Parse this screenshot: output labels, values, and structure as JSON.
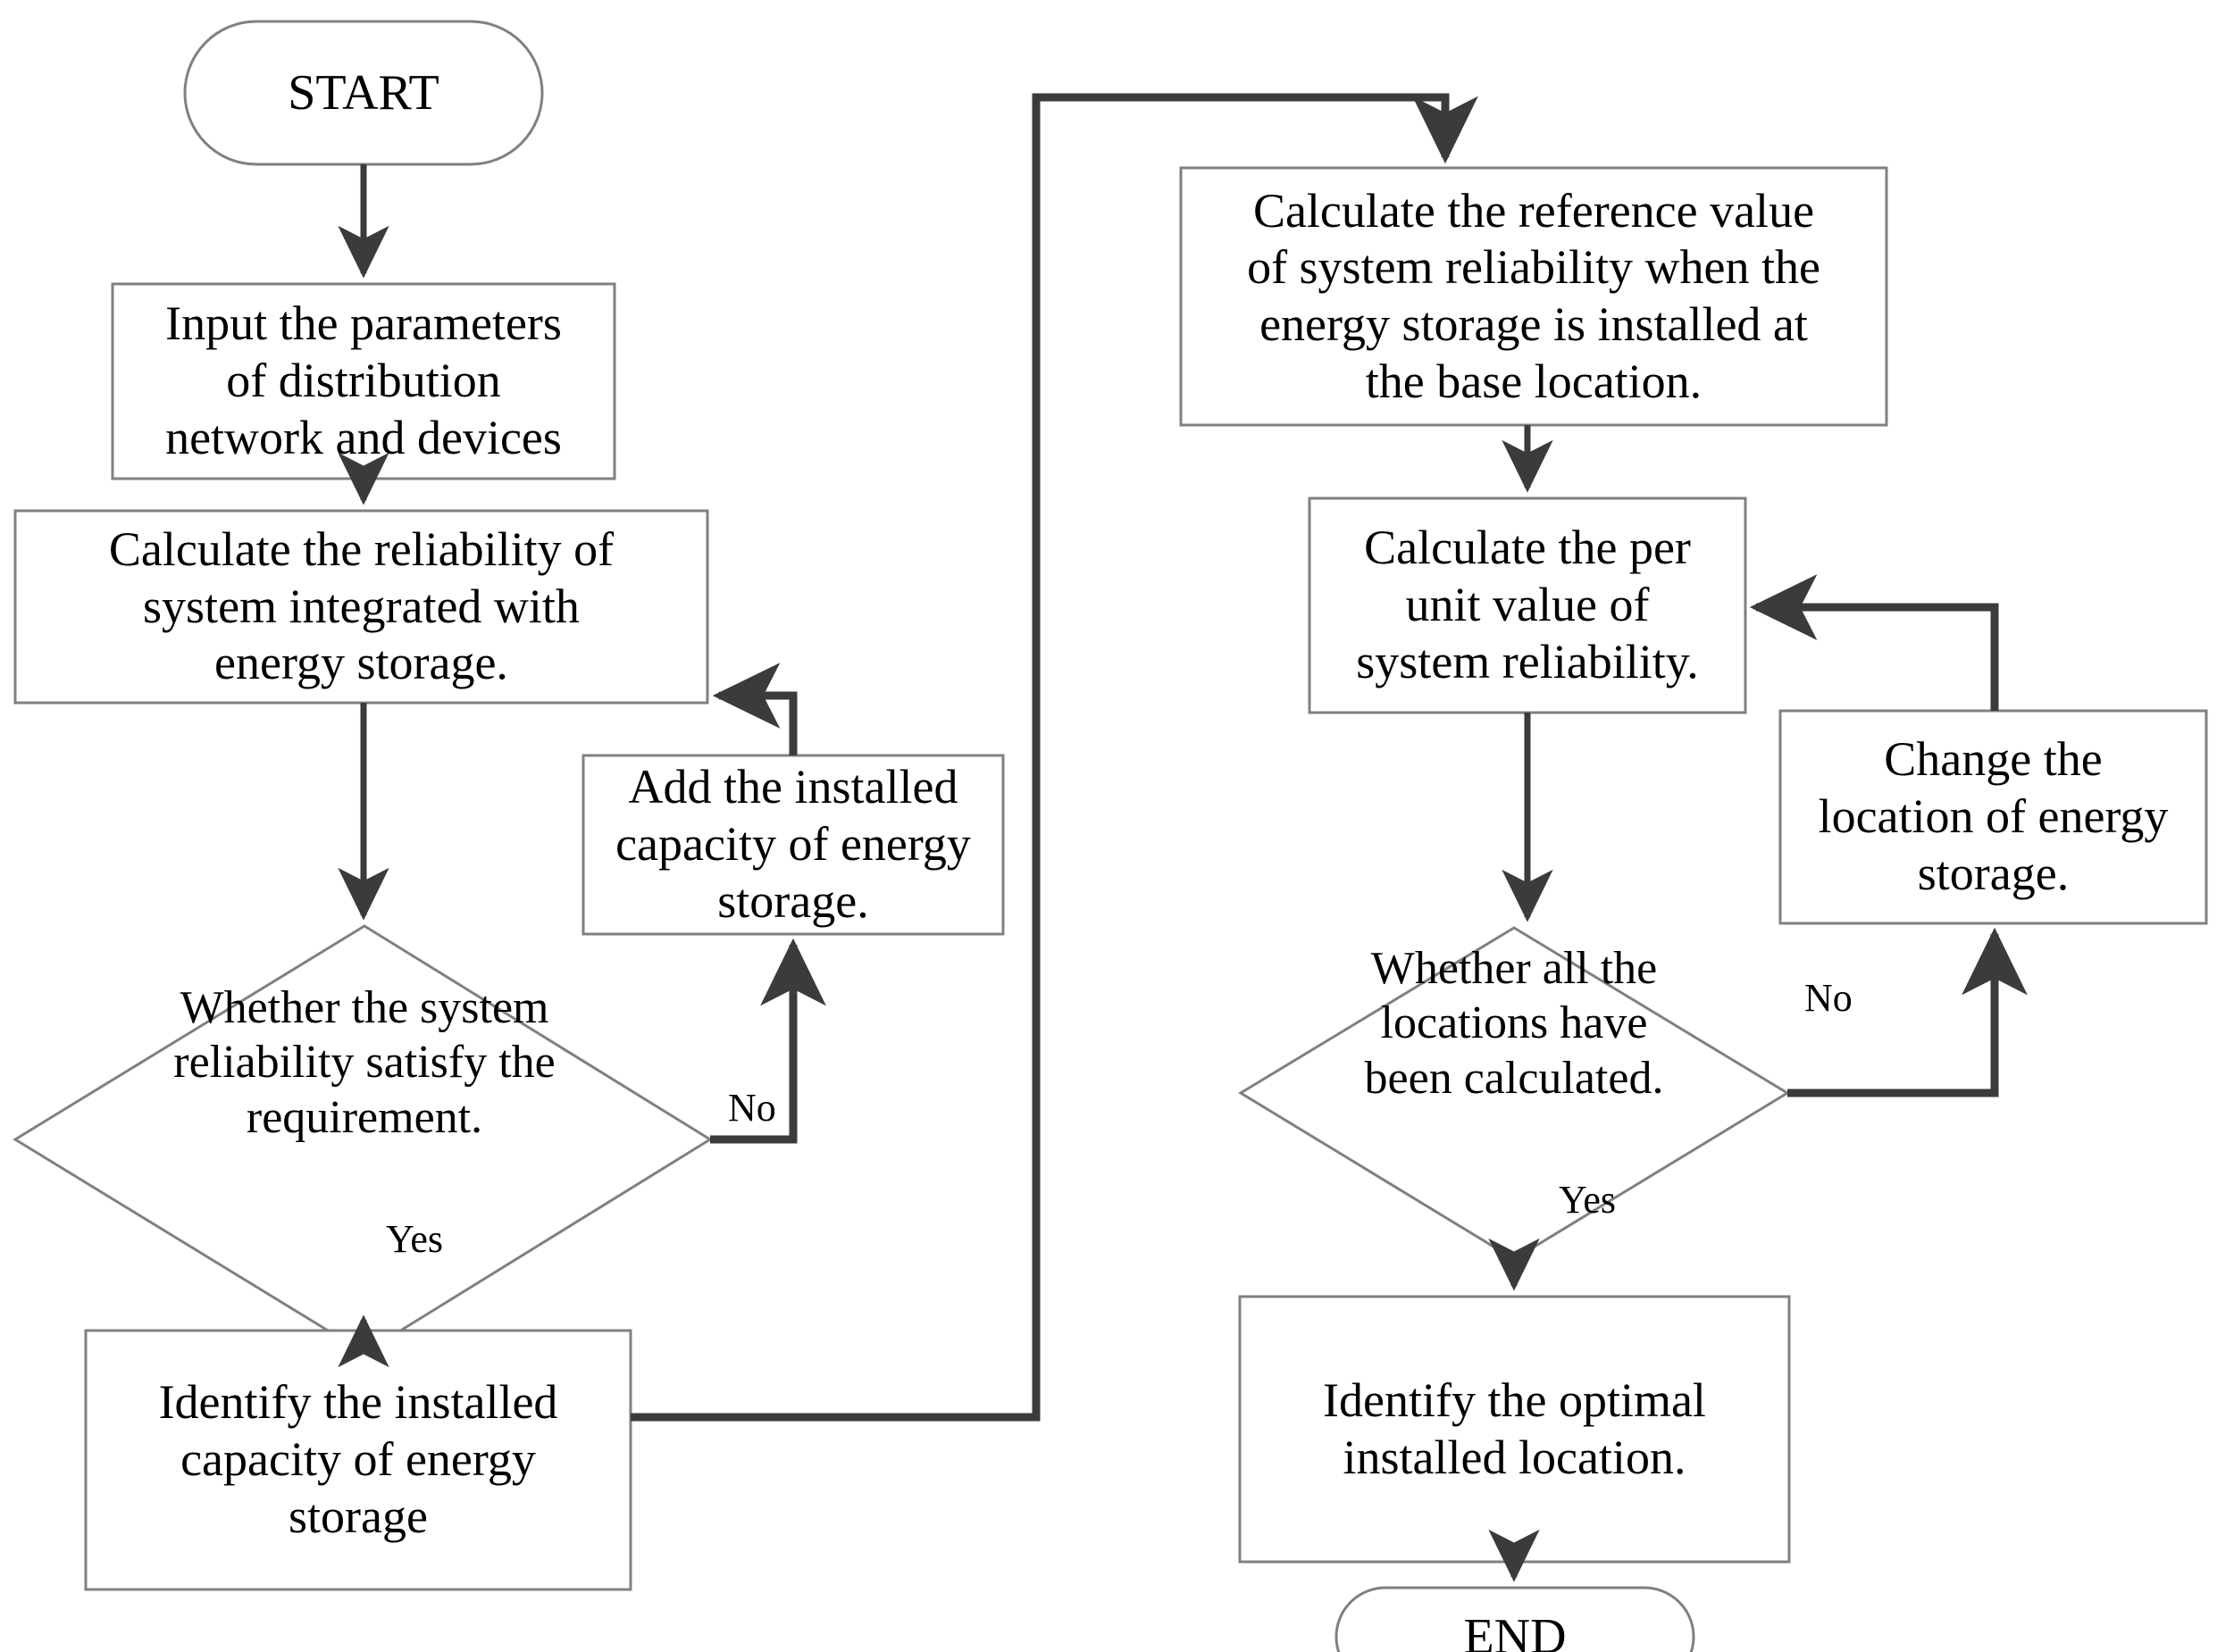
{
  "diagram": {
    "title_text": "",
    "background_color": "#ffffff",
    "shape_stroke_color": "#808080",
    "connector_color": "#3b3b3b",
    "text_color": "#000000",
    "nodes": [
      {
        "id": "start",
        "type": "terminal",
        "label": "START"
      },
      {
        "id": "input-params",
        "type": "process",
        "label": "Input the parameters\nof distribution\nnetwork and devices"
      },
      {
        "id": "calc-reliability",
        "type": "process",
        "label": "Calculate the reliability of\nsystem integrated with\nenergy storage."
      },
      {
        "id": "add-capacity",
        "type": "process",
        "label": "Add the installed\ncapacity of energy\nstorage."
      },
      {
        "id": "decision-satisfy",
        "type": "decision",
        "label": "Whether the system\nreliability satisfy the\nrequirement."
      },
      {
        "id": "identify-capacity",
        "type": "process",
        "label": "Identify the installed\ncapacity of energy\nstorage"
      },
      {
        "id": "calc-reference",
        "type": "process",
        "label": "Calculate the reference value\nof system reliability when the\nenergy storage is installed at\nthe base location."
      },
      {
        "id": "calc-per-unit",
        "type": "process",
        "label": "Calculate the per\nunit value of\nsystem reliability."
      },
      {
        "id": "change-location",
        "type": "process",
        "label": "Change the\nlocation of energy\nstorage."
      },
      {
        "id": "decision-all-locations",
        "type": "decision",
        "label": "Whether all the\nlocations have\nbeen calculated."
      },
      {
        "id": "identify-optimal",
        "type": "process",
        "label": "Identify the optimal\ninstalled location."
      },
      {
        "id": "end",
        "type": "terminal",
        "label": "END"
      }
    ],
    "edge_labels": [
      {
        "id": "no-left",
        "label": "No",
        "from": "decision-satisfy",
        "to": "add-capacity"
      },
      {
        "id": "yes-left",
        "label": "Yes",
        "from": "decision-satisfy",
        "to": "identify-capacity"
      },
      {
        "id": "no-right",
        "label": "No",
        "from": "decision-all-locations",
        "to": "change-location"
      },
      {
        "id": "yes-right",
        "label": "Yes",
        "from": "decision-all-locations",
        "to": "identify-optimal"
      }
    ]
  }
}
